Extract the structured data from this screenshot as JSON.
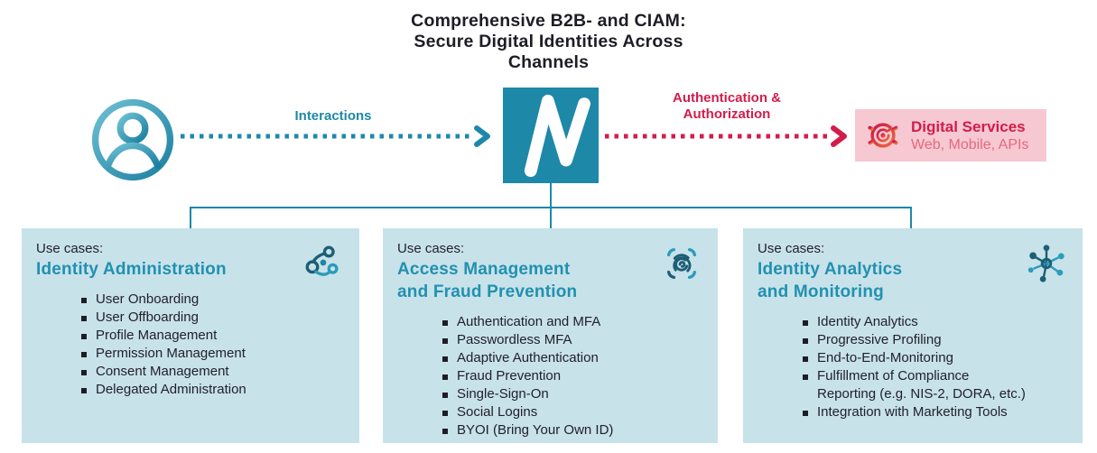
{
  "colors": {
    "teal": "#1e88a8",
    "teal_heading": "#2191b0",
    "dark": "#21212b",
    "red": "#d31c4b",
    "red_light": "#e5697f",
    "pink": "#f6c8d2",
    "box_bg": "#c8e2ea",
    "icon_dark": "#1d5e75",
    "icon_light": "#2b9cba"
  },
  "title": "Comprehensive B2B- and CIAM:\nSecure Digital Identities Across\nChannels",
  "flow": {
    "user_icon": "user-icon",
    "interactions_label": "Interactions",
    "interactions_arrow": "teal-dotted-arrow-right",
    "auth_label": "Authentication &\nAuthorization",
    "auth_arrow": "red-dotted-arrow-right",
    "center_logo": "nevis-n-logo",
    "digital_services": {
      "icon": "gear-icon",
      "title": "Digital Services",
      "subtitle": "Web, Mobile, APIs"
    }
  },
  "boxes": [
    {
      "kicker": "Use cases:",
      "heading": "Identity Administration",
      "icon": "connected-circles-icon",
      "items": [
        "User Onboarding",
        "User Offboarding",
        "Profile Management",
        "Permission Management",
        "Consent Management",
        "Delegated Administration"
      ]
    },
    {
      "kicker": "Use cases:",
      "heading": "Access Management\nand Fraud Prevention",
      "icon": "fingerprint-scan-icon",
      "items": [
        "Authentication and MFA",
        "Passwordless MFA",
        "Adaptive Authentication",
        "Fraud Prevention",
        "Single-Sign-On",
        "Social Logins",
        "BYOI (Bring Your Own ID)"
      ]
    },
    {
      "kicker": "Use cases:",
      "heading": "Identity Analytics\nand Monitoring",
      "icon": "hub-network-icon",
      "items": [
        "Identity Analytics",
        "Progressive Profiling",
        "End-to-End-Monitoring",
        "Fulfillment of Compliance Reporting (e.g. NIS-2, DORA, etc.)",
        "Integration with Marketing Tools"
      ]
    }
  ]
}
